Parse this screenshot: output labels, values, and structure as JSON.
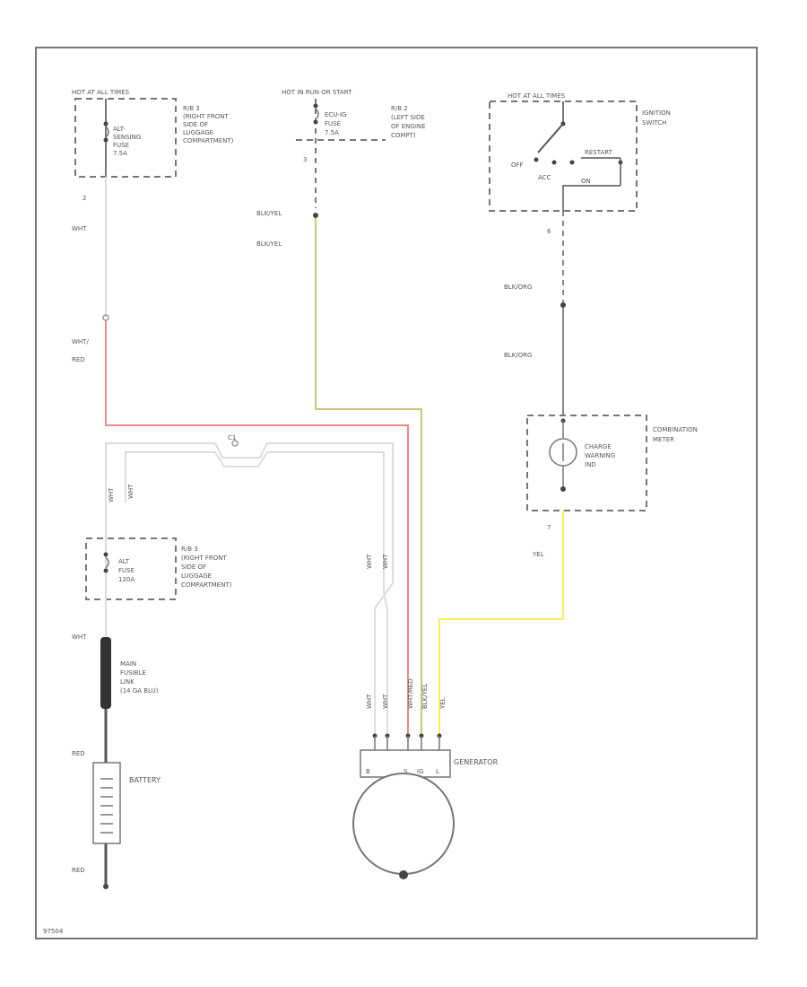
{
  "power_feeds": {
    "left": "HOT AT ALL TIMES",
    "middle": "HOT IN RUN OR START",
    "right": "HOT AT ALL TIMES"
  },
  "alt_sensing_fuse": {
    "name_line1": "ALT-",
    "name_line2": "SENSING",
    "name_line3": "FUSE",
    "rating": "7.5A",
    "location_line1": "R/B 3",
    "location_line2": "(RIGHT FRONT",
    "location_line3": "SIDE OF",
    "location_line4": "LUGGAGE",
    "location_line5": "COMPARTMENT)",
    "pin": "2"
  },
  "ecu_ig_fuse": {
    "name_line1": "ECU-IG",
    "name_line2": "FUSE",
    "rating": "7.5A",
    "location_line1": "R/B 2",
    "location_line2": "(LEFT SIDE",
    "location_line3": "OF ENGINE",
    "location_line4": "COMPT)",
    "pin": "3"
  },
  "ignition_switch": {
    "name_line1": "IGNITION",
    "name_line2": "SWITCH",
    "positions": {
      "off": "OFF",
      "acc": "ACC",
      "on": "ON",
      "restart": "RESTART"
    },
    "pin": "6"
  },
  "combination_meter": {
    "name_line1": "COMBINATION",
    "name_line2": "METER",
    "indicator_line1": "CHARGE",
    "indicator_line2": "WARNING",
    "indicator_line3": "IND",
    "pin": "7"
  },
  "alt_fuse": {
    "name_line1": "ALT",
    "name_line2": "FUSE",
    "rating": "120A",
    "location_line1": "R/B 3",
    "location_line2": "(RIGHT FRONT",
    "location_line3": "SIDE OF",
    "location_line4": "LUGGAGE",
    "location_line5": "COMPARTMENT)"
  },
  "main_fusible_link": {
    "name_line1": "MAIN",
    "name_line2": "FUSIBLE",
    "name_line3": "LINK",
    "spec": "(14 GA BLU)"
  },
  "battery": {
    "name": "BATTERY"
  },
  "generator": {
    "name": "GENERATOR",
    "terminals": {
      "b": "B",
      "s": "S",
      "ig": "IG",
      "l": "L"
    }
  },
  "wire_labels": {
    "wht_top": "WHT",
    "wht_red_1": "WHT/",
    "wht_red_2": "RED",
    "blkyel_1": "BLK/YEL",
    "blkyel_2": "BLK/YEL",
    "blkorg_1": "BLK/ORG",
    "blkorg_2": "BLK/ORG",
    "yel": "YEL",
    "wht_alt_1": "WHT",
    "wht_alt_2": "WHT",
    "wht_fusible": "WHT",
    "red_1": "RED",
    "red_2": "RED",
    "wht_gen_1": "WHT",
    "wht_gen_2": "WHT",
    "wht_gen_3": "WHT",
    "wht_gen_4": "WHT",
    "wht_red_gen": "WHT/RED",
    "blkyel_gen": "BLK/YEL",
    "yel_gen": "YEL"
  },
  "splice_label": "C1",
  "footer_code": "97504"
}
